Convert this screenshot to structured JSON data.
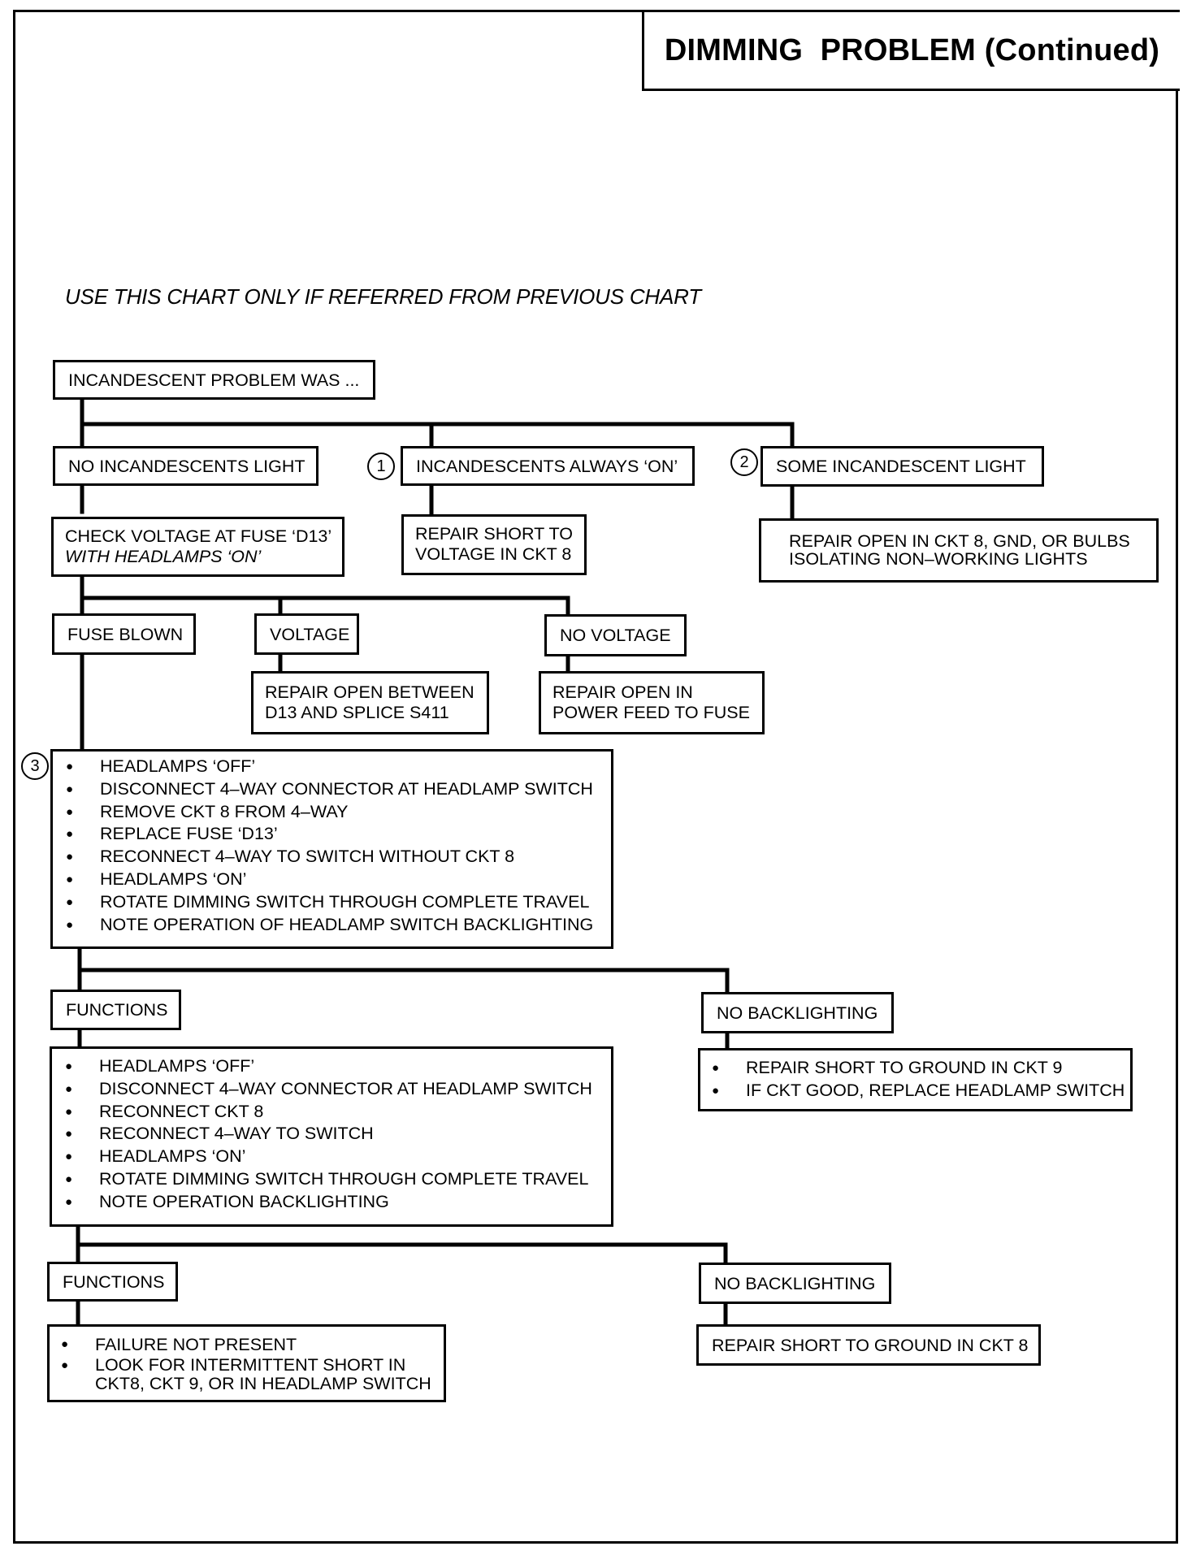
{
  "header": {
    "title": "DIMMING  PROBLEM (Continued)"
  },
  "instruction": "USE THIS CHART ONLY IF REFERRED FROM PREVIOUS CHART",
  "flowchart": {
    "start": "INCANDESCENT PROBLEM WAS ...",
    "branch_none": {
      "label": "NO INCANDESCENTS LIGHT",
      "check": [
        "CHECK VOLTAGE AT FUSE ‘D13’",
        "WITH HEADLAMPS ‘ON’"
      ]
    },
    "branch_always_on": {
      "marker": "1",
      "label": "INCANDESCENTS ALWAYS ‘ON’",
      "action": [
        "REPAIR SHORT TO",
        "VOLTAGE IN CKT 8"
      ]
    },
    "branch_some": {
      "marker": "2",
      "label": "SOME INCANDESCENT LIGHT",
      "action": [
        "REPAIR OPEN IN CKT 8, GND, OR BULBS",
        "ISOLATING NON–WORKING LIGHTS"
      ]
    },
    "fuse_blown": {
      "label": "FUSE BLOWN"
    },
    "voltage": {
      "label": "VOLTAGE",
      "action": [
        "REPAIR OPEN BETWEEN",
        "D13 AND SPLICE S411"
      ]
    },
    "no_voltage": {
      "label": "NO VOLTAGE",
      "action": [
        "REPAIR OPEN IN",
        "POWER FEED TO FUSE"
      ]
    },
    "step3": {
      "marker": "3",
      "items": [
        "HEADLAMPS  ‘OFF’",
        "DISCONNECT 4–WAY CONNECTOR AT HEADLAMP SWITCH",
        "REMOVE CKT 8 FROM 4–WAY",
        "REPLACE FUSE ‘D13’",
        "RECONNECT 4–WAY TO SWITCH WITHOUT CKT 8",
        "HEADLAMPS ‘ON’",
        "ROTATE DIMMING SWITCH THROUGH COMPLETE TRAVEL",
        "NOTE OPERATION OF HEADLAMP SWITCH BACKLIGHTING"
      ]
    },
    "functions_1": {
      "label": "FUNCTIONS",
      "items": [
        "HEADLAMPS  ‘OFF’",
        "DISCONNECT 4–WAY CONNECTOR AT HEADLAMP SWITCH",
        "RECONNECT CKT 8",
        "RECONNECT 4–WAY TO SWITCH",
        "HEADLAMPS ‘ON’",
        "ROTATE DIMMING SWITCH THROUGH COMPLETE TRAVEL",
        "NOTE OPERATION BACKLIGHTING"
      ]
    },
    "no_backlighting_1": {
      "label": "NO BACKLIGHTING",
      "items": [
        "REPAIR SHORT TO GROUND IN CKT 9",
        "IF CKT GOOD, REPLACE HEADLAMP SWITCH"
      ]
    },
    "functions_2": {
      "label": "FUNCTIONS",
      "items": [
        "FAILURE NOT PRESENT",
        "LOOK FOR INTERMITTENT SHORT IN",
        "CKT8, CKT 9, OR IN HEADLAMP SWITCH"
      ]
    },
    "no_backlighting_2": {
      "label": "NO BACKLIGHTING",
      "action": "REPAIR SHORT TO GROUND IN CKT 8"
    }
  }
}
